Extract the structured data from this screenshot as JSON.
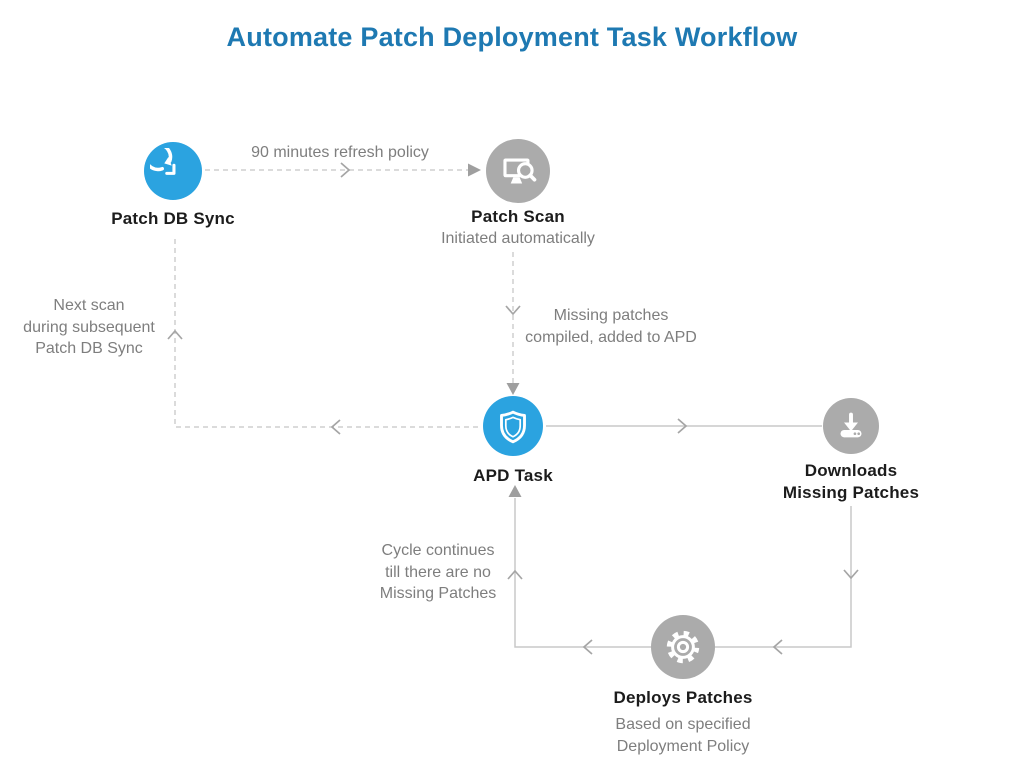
{
  "title": "Automate Patch Deployment Task Workflow",
  "colors": {
    "title_blue": "#1E79B2",
    "node_blue": "#2BA3E0",
    "node_gray": "#ABABAB",
    "line_gray": "#CFCFCF",
    "arrow_gray": "#9F9F9F",
    "label_dark": "#1C1C1C",
    "label_gray": "#7E7E7E"
  },
  "nodes": {
    "patch_db_sync": {
      "label": "Patch DB Sync",
      "icon": "history-icon"
    },
    "patch_scan": {
      "label": "Patch Scan",
      "sublabel": "Initiated automatically",
      "icon": "monitor-search-icon"
    },
    "apd_task": {
      "label": "APD Task",
      "icon": "shield-icon"
    },
    "downloads": {
      "label": "Downloads\nMissing Patches",
      "icon": "download-icon"
    },
    "deploys_patches": {
      "label": "Deploys Patches",
      "sublabel": "Based on specified\nDeployment Policy",
      "icon": "gear-icon"
    }
  },
  "edge_labels": {
    "refresh_policy": "90 minutes refresh policy",
    "missing_patches": "Missing patches\ncompiled, added to APD",
    "next_scan": "Next scan\nduring subsequent\nPatch DB Sync",
    "cycle_continues": "Cycle continues\ntill there are no\nMissing Patches"
  }
}
